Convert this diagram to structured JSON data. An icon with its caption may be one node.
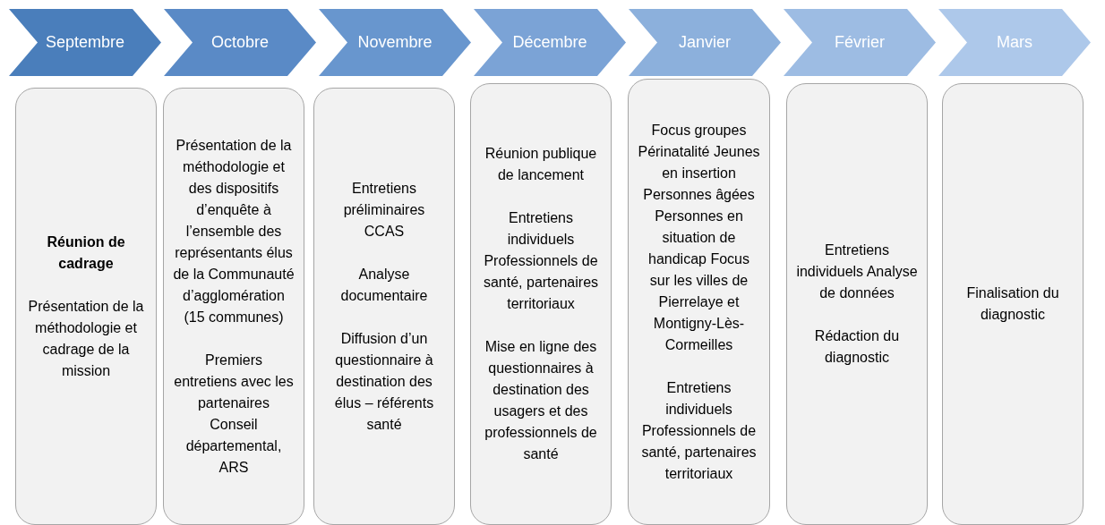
{
  "diagram": {
    "nodes": [
      {
        "text": [
          "Septembre"
        ]
      },
      {
        "text": [
          "Octobre"
        ]
      },
      {
        "text": [
          "Novembre"
        ]
      },
      {
        "text": [
          "Décembre"
        ]
      },
      {
        "text": [
          "Janvier"
        ]
      },
      {
        "text": [
          "Février"
        ]
      },
      {
        "text": [
          "Mars"
        ]
      },
      {
        "text": [
          "**Réunion de cadrage**",
          "Présentation de la méthodologie et cadrage de la mission"
        ]
      },
      {
        "text": [
          "Présentation de la méthodologie et des dispositifs d’enquête à l’ensemble des représentants élus de la Communauté d’agglomération (15 communes)",
          "Premiers entretiens avec les partenaires Conseil départemental, ARS"
        ]
      },
      {
        "text": [
          "Entretiens préliminaires CCAS",
          "Analyse documentaire",
          "Diffusion d’un questionnaire à destination des élus – référents santé"
        ]
      },
      {
        "text": [
          "Réunion publique de lancement",
          "Entretiens individuels Professionnels de santé, partenaires territoriaux",
          "Mise en ligne des questionnaires à destination des usagers et des professionnels de santé"
        ]
      },
      {
        "text": [
          "Focus groupes Périnatalité Jeunes en insertion Personnes âgées Personnes en situation de handicap Focus sur les villes de Pierrelaye et Montigny-Lès-Cormeilles",
          "Entretiens individuels Professionnels de santé, partenaires territoriaux"
        ]
      },
      {
        "text": [
          "Entretiens individuels Analyse de données",
          "Rédaction du diagnostic"
        ]
      },
      {
        "text": [
          "Finalisation du diagnostic"
        ]
      }
    ]
  }
}
